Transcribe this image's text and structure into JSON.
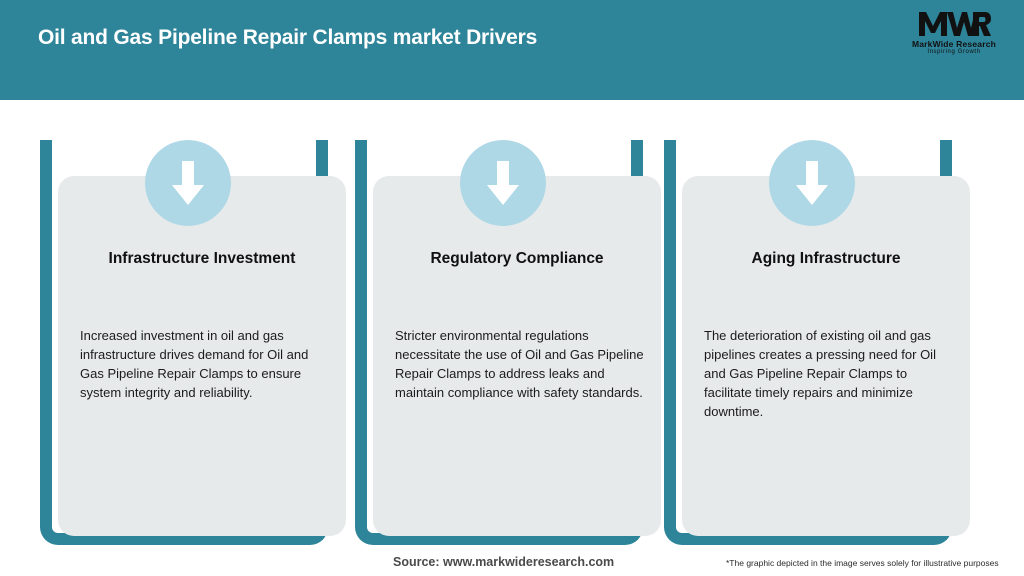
{
  "header": {
    "title": "Oil and Gas Pipeline Repair Clamps market Drivers",
    "background_color": "#2e8499",
    "title_color": "#ffffff",
    "logo": {
      "monogram": "MWR",
      "name": "MarkWide Research",
      "tagline": "Inspiring Growth"
    }
  },
  "cards": [
    {
      "icon": "down-arrow-icon",
      "title": "Infrastructure Investment",
      "body": "Increased investment in oil and gas infrastructure drives demand for Oil and Gas Pipeline Repair Clamps to ensure system integrity and reliability."
    },
    {
      "icon": "down-arrow-icon",
      "title": "Regulatory Compliance",
      "body": "Stricter environmental regulations necessitate the use of Oil and Gas Pipeline Repair Clamps to address leaks and maintain compliance with safety standards."
    },
    {
      "icon": "down-arrow-icon",
      "title": "Aging Infrastructure",
      "body": "The deterioration of existing oil and gas pipelines creates a pressing need for Oil and Gas Pipeline Repair Clamps to facilitate timely repairs and minimize downtime."
    }
  ],
  "footer": {
    "source": "Source: www.markwideresearch.com",
    "disclaimer": "*The graphic depicted in the image serves solely for illustrative purposes"
  },
  "colors": {
    "accent_teal": "#2e8499",
    "card_gray": "#e6eaeb",
    "circle_blue": "#afd8e6",
    "page_background": "#ffffff"
  }
}
